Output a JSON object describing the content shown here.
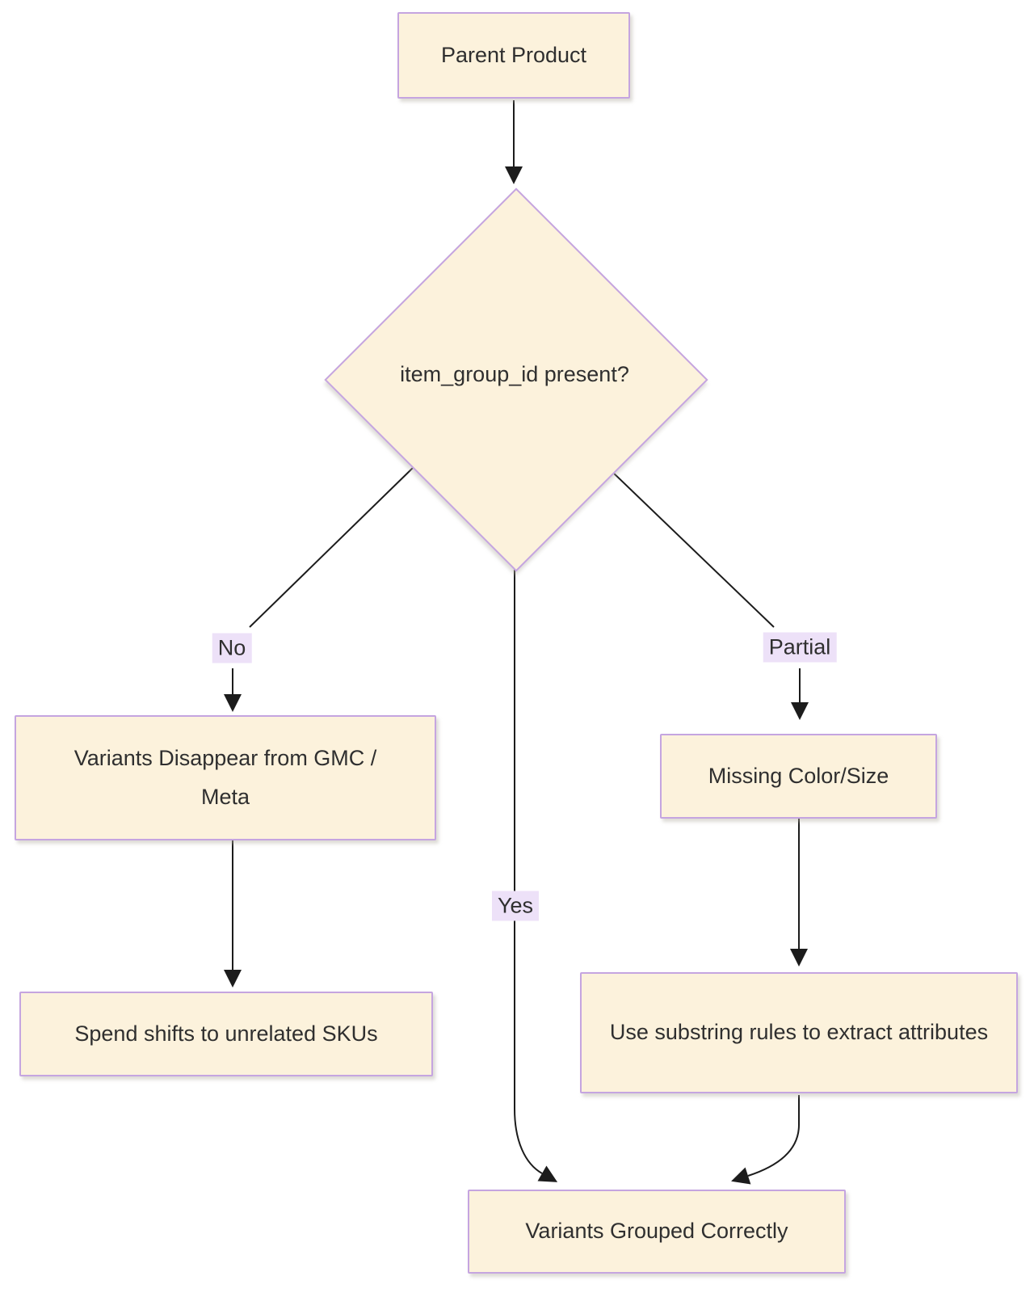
{
  "diagram_type": "flowchart",
  "nodes": {
    "parent_product": {
      "label": "Parent Product",
      "shape": "rect"
    },
    "item_group_id_decision": {
      "label": "item_group_id present?",
      "shape": "diamond"
    },
    "variants_disappear": {
      "label": "Variants Disappear from GMC / Meta",
      "shape": "rect"
    },
    "spend_shifts": {
      "label": "Spend shifts to unrelated SKUs",
      "shape": "rect"
    },
    "missing_color_size": {
      "label": "Missing Color/Size",
      "shape": "rect"
    },
    "use_substring_rules": {
      "label": "Use substring rules to extract attributes",
      "shape": "rect"
    },
    "variants_grouped": {
      "label": "Variants Grouped Correctly",
      "shape": "rect"
    }
  },
  "edges": [
    {
      "from": "parent_product",
      "to": "item_group_id_decision",
      "label": ""
    },
    {
      "from": "item_group_id_decision",
      "to": "variants_disappear",
      "label": "No"
    },
    {
      "from": "item_group_id_decision",
      "to": "missing_color_size",
      "label": "Partial"
    },
    {
      "from": "item_group_id_decision",
      "to": "variants_grouped",
      "label": "Yes"
    },
    {
      "from": "variants_disappear",
      "to": "spend_shifts",
      "label": ""
    },
    {
      "from": "missing_color_size",
      "to": "use_substring_rules",
      "label": ""
    },
    {
      "from": "use_substring_rules",
      "to": "variants_grouped",
      "label": ""
    }
  ],
  "colors": {
    "node_fill": "#fcf2dc",
    "node_border": "#c5a5e0",
    "edge_label_background": "#ede1f8",
    "line": "#1c1c1c",
    "text": "#2f2f2f",
    "background": "#ffffff"
  }
}
